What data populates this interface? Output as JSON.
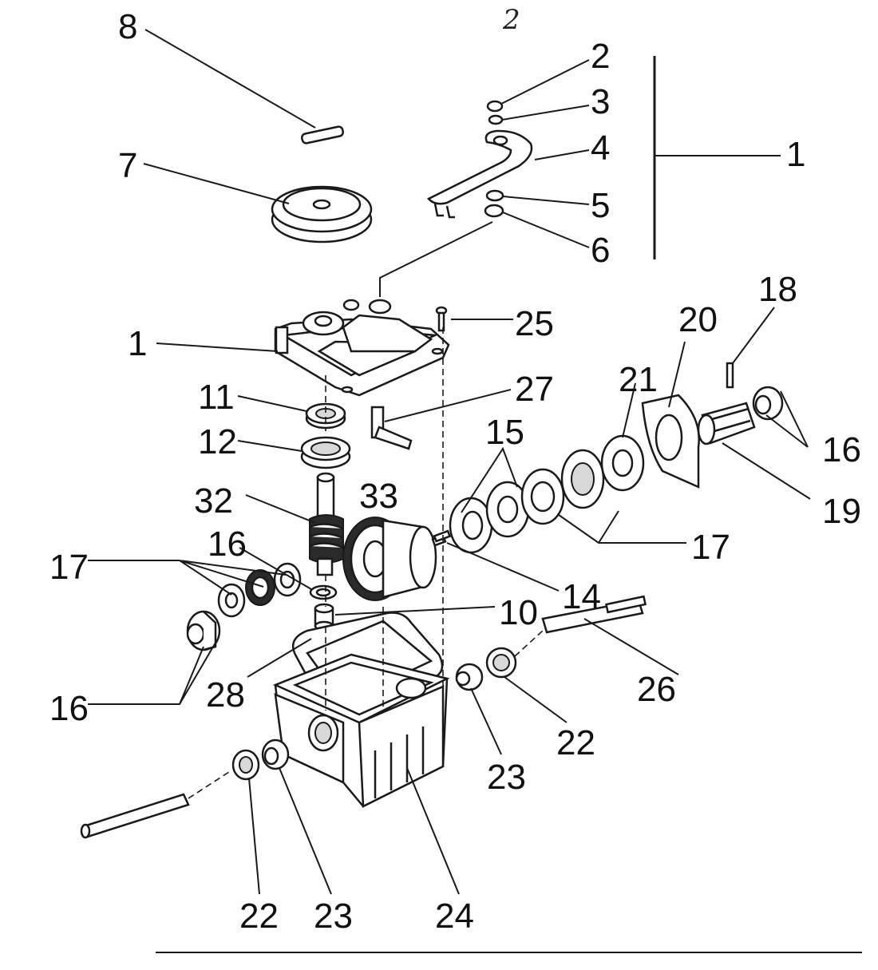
{
  "page_number": "2",
  "labels": {
    "l1a": "1",
    "l1b": "1",
    "l2": "2",
    "l3": "3",
    "l4": "4",
    "l5": "5",
    "l6": "6",
    "l7": "7",
    "l8": "8",
    "l10": "10",
    "l11": "11",
    "l12": "12",
    "l14": "14",
    "l15": "15",
    "l16a": "16",
    "l16b": "16",
    "l16c": "16",
    "l17a": "17",
    "l17b": "17",
    "l18": "18",
    "l19": "19",
    "l20": "20",
    "l21": "21",
    "l22a": "22",
    "l22b": "22",
    "l23a": "23",
    "l23b": "23",
    "l24": "24",
    "l25": "25",
    "l26": "26",
    "l27": "27",
    "l28": "28",
    "l32": "32",
    "l33": "33"
  },
  "colors": {
    "ink": "#1a1a1a",
    "paper": "#ffffff"
  }
}
